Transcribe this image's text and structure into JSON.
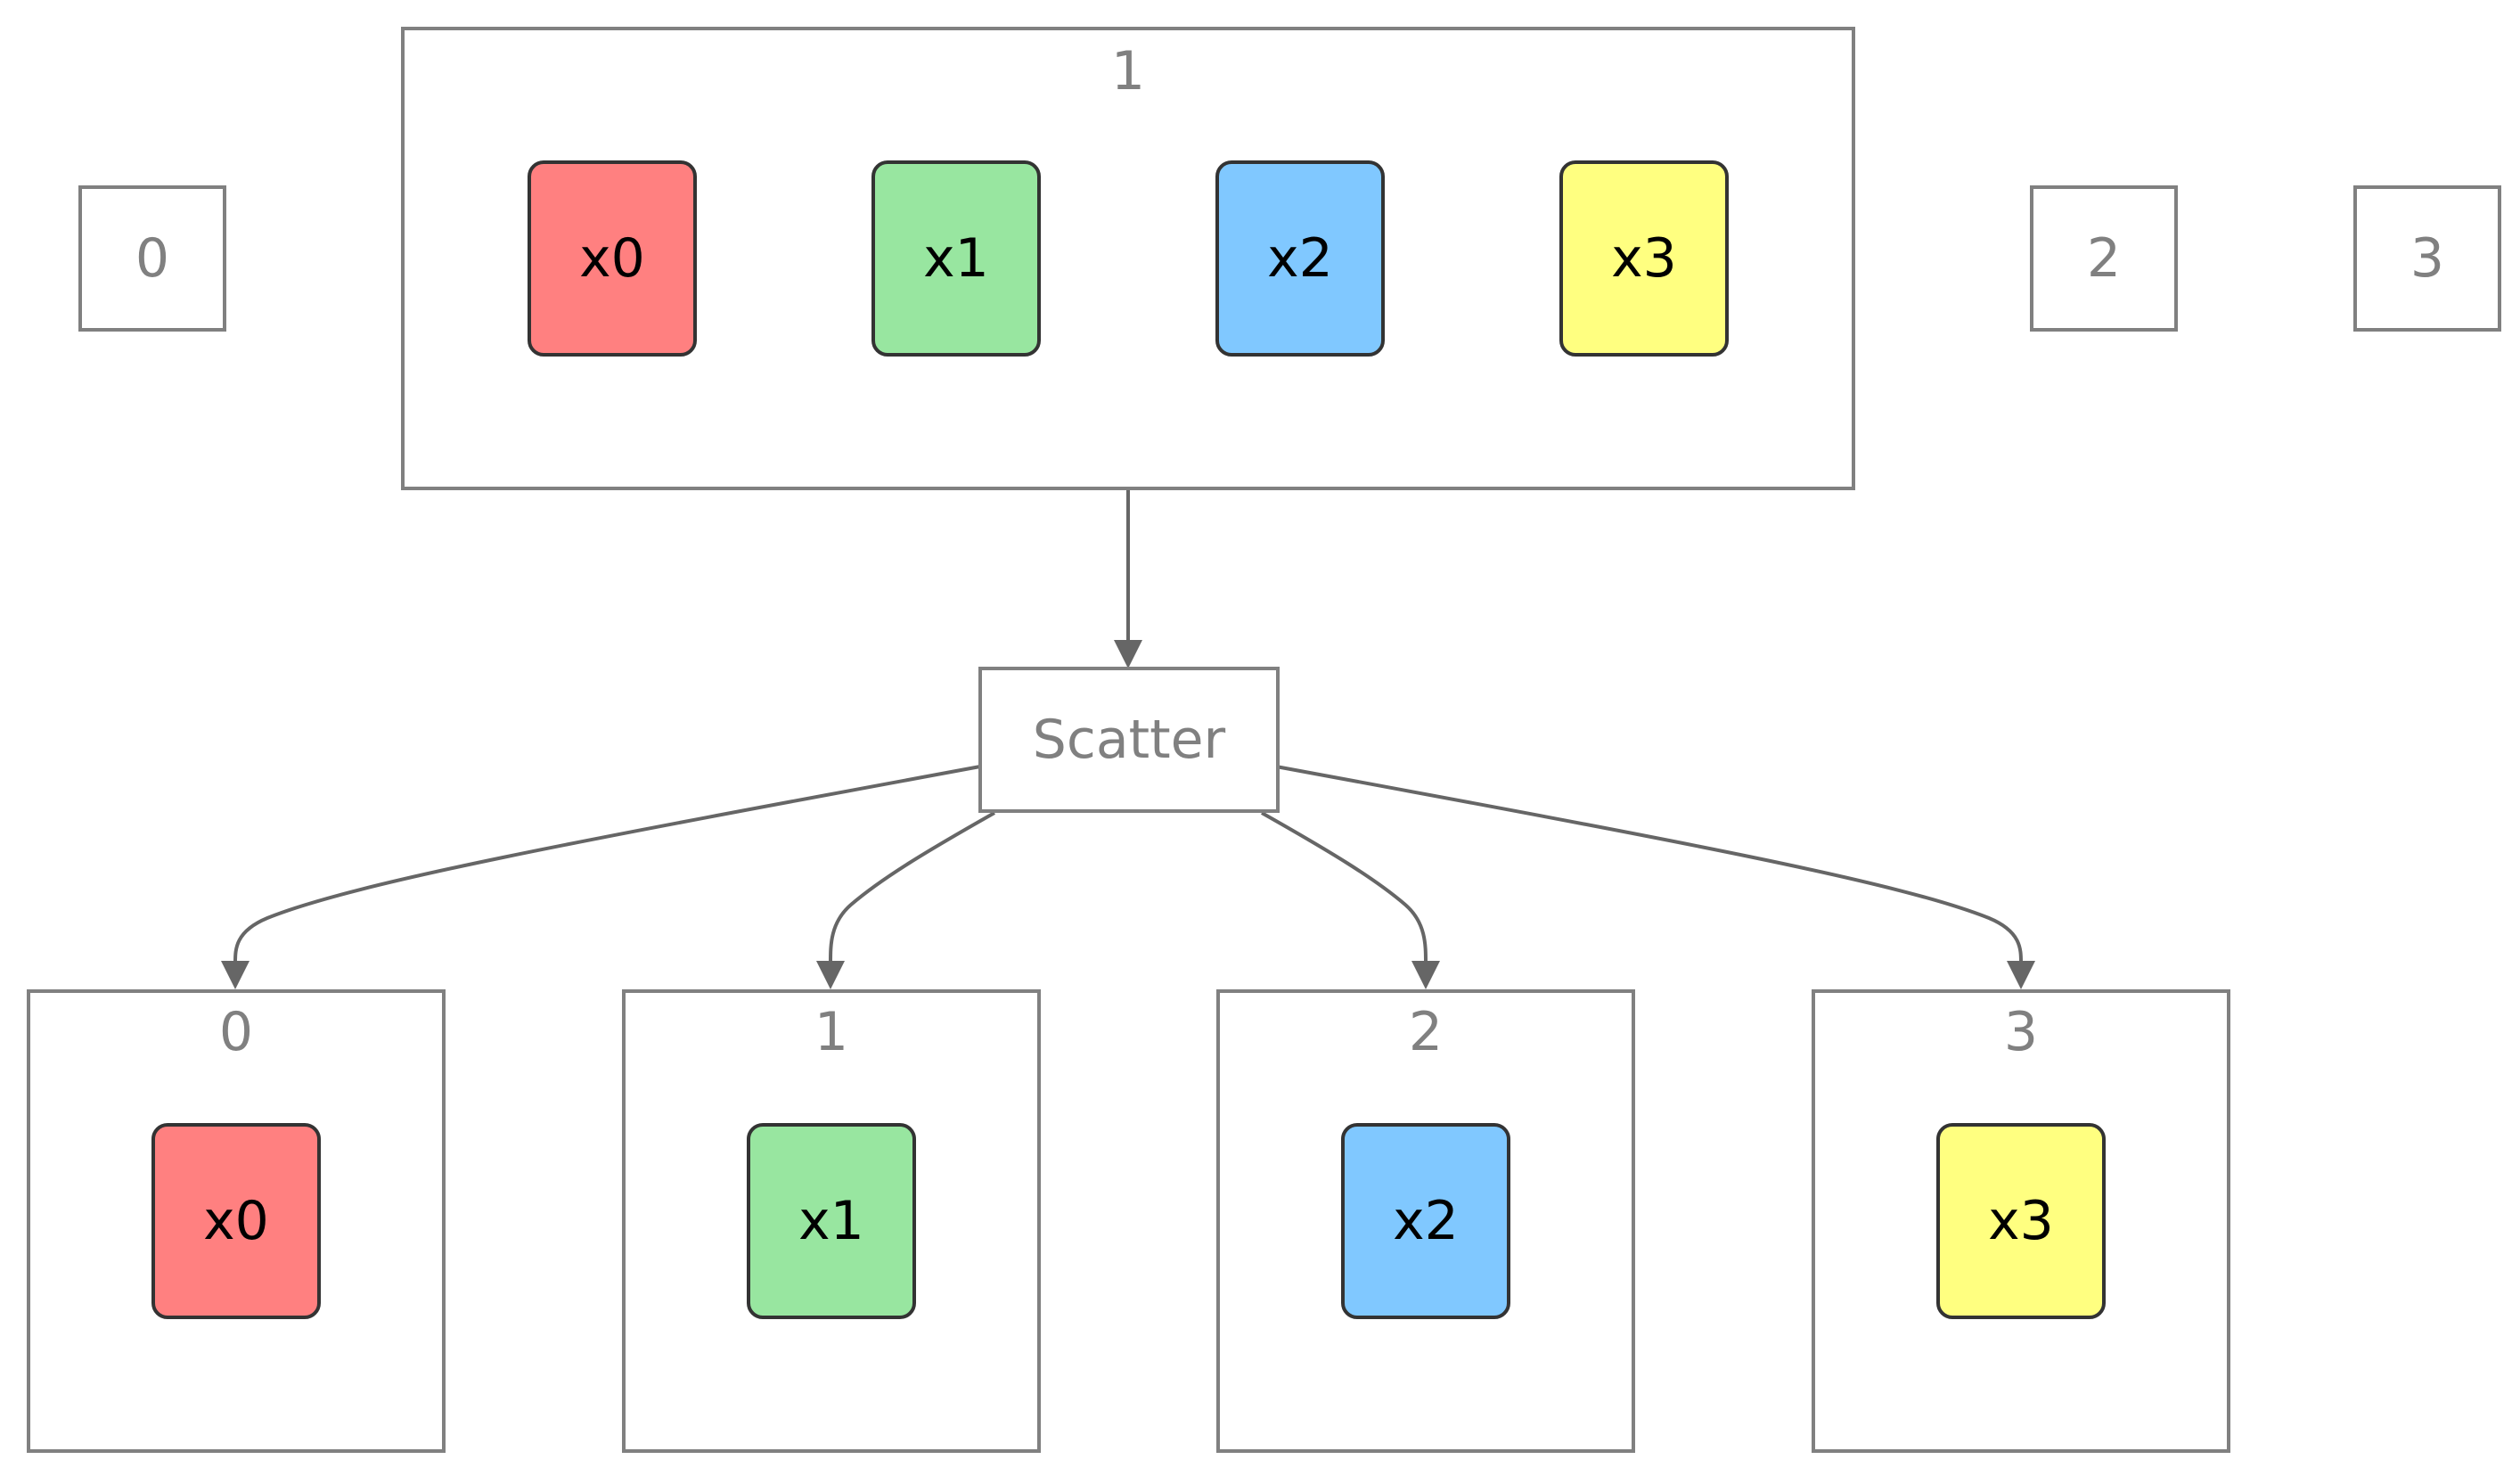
{
  "colors": {
    "x0": "#ff8080",
    "x1": "#98e6a0",
    "x2": "#80c8ff",
    "x3": "#ffff80",
    "frame_stroke": "#808080",
    "chunk_stroke": "#333333",
    "edge": "#666666",
    "group_text": "#808080",
    "chunk_text": "#000000"
  },
  "top_row": {
    "node_0": {
      "label": "0"
    },
    "node_1": {
      "label": "1",
      "chunks": [
        {
          "label": "x0",
          "color_key": "x0"
        },
        {
          "label": "x1",
          "color_key": "x1"
        },
        {
          "label": "x2",
          "color_key": "x2"
        },
        {
          "label": "x3",
          "color_key": "x3"
        }
      ]
    },
    "node_2": {
      "label": "2"
    },
    "node_3": {
      "label": "3"
    }
  },
  "operation": {
    "label": "Scatter"
  },
  "bottom_row": [
    {
      "label": "0",
      "chunk": {
        "label": "x0",
        "color_key": "x0"
      }
    },
    {
      "label": "1",
      "chunk": {
        "label": "x1",
        "color_key": "x1"
      }
    },
    {
      "label": "2",
      "chunk": {
        "label": "x2",
        "color_key": "x2"
      }
    },
    {
      "label": "3",
      "chunk": {
        "label": "x3",
        "color_key": "x3"
      }
    }
  ],
  "edges": [
    {
      "from": "node-1",
      "to": "scatter"
    },
    {
      "from": "scatter",
      "to": "result-0"
    },
    {
      "from": "scatter",
      "to": "result-1"
    },
    {
      "from": "scatter",
      "to": "result-2"
    },
    {
      "from": "scatter",
      "to": "result-3"
    }
  ]
}
